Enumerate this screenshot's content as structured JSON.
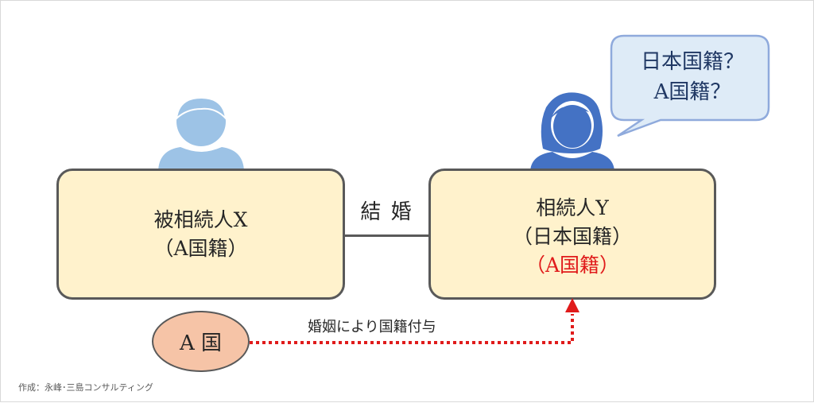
{
  "decedent": {
    "name": "被相続人X",
    "nationality": "（A国籍）"
  },
  "heir": {
    "name": "相続人Y",
    "nationality": "（日本国籍）",
    "acquired_nationality": "（A国籍）"
  },
  "marriage_label": "結 婚",
  "country_label": "A 国",
  "naturalization_label": "婚姻により国籍付与",
  "speech_bubble": {
    "line1": "日本国籍？",
    "line2": "A国籍？"
  },
  "credit": "作成：永峰･三島コンサルティング",
  "colors": {
    "box_fill": "#fff2cc",
    "box_border": "#595959",
    "male_icon": "#9dc3e6",
    "female_icon": "#4472c4",
    "bubble_fill": "#deebf7",
    "bubble_border": "#8faadc",
    "country_fill": "#f6c4a7",
    "arrow": "#e01b1b"
  }
}
